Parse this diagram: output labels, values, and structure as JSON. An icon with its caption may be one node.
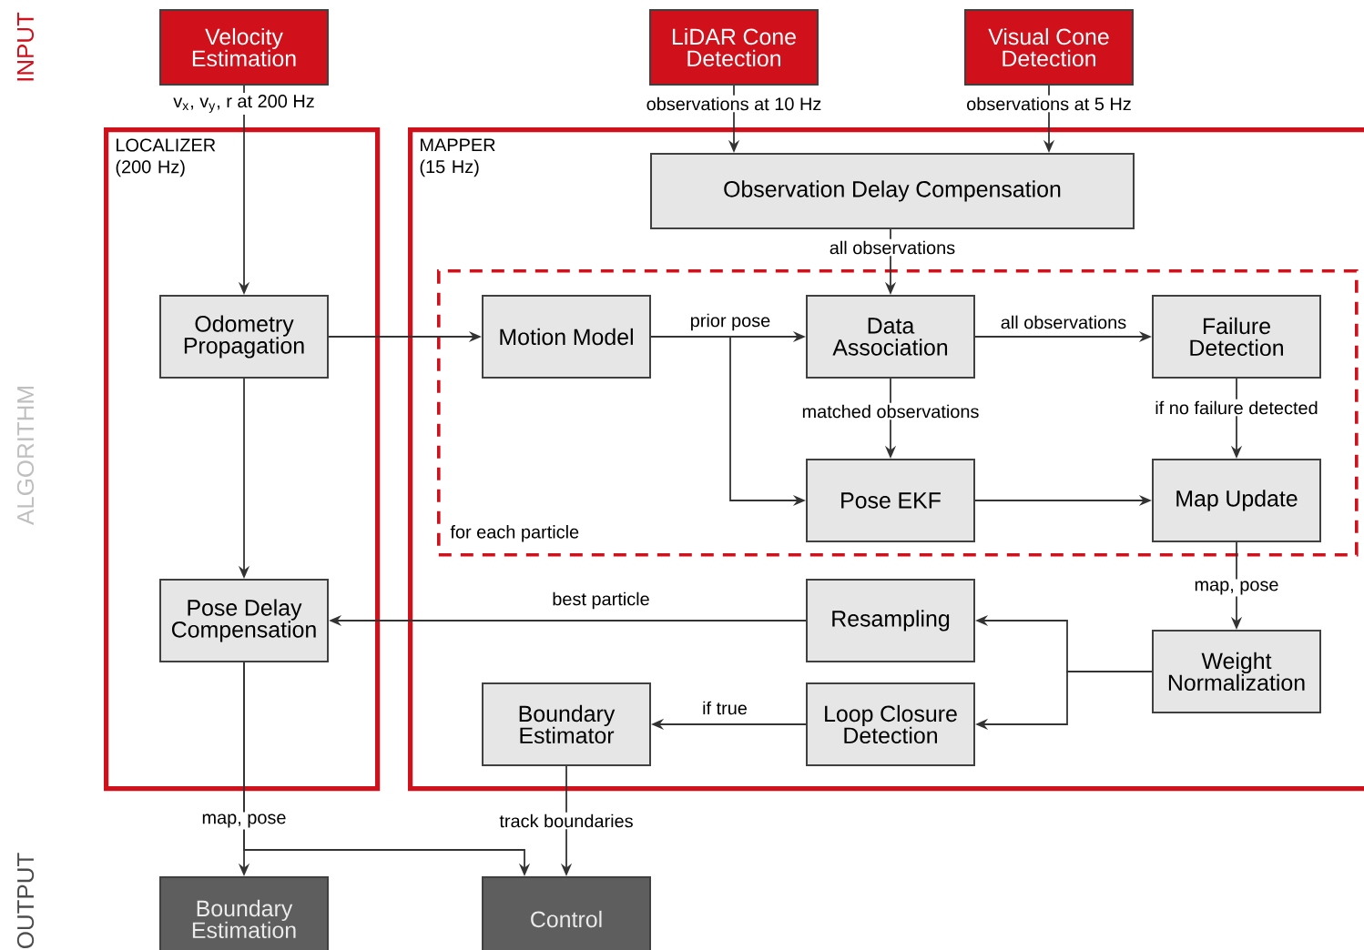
{
  "diagram": {
    "nodes": [
      {
        "text": [
          "Velocity Estimation"
        ]
      },
      {
        "text": [
          "LiDAR Cone Detection"
        ]
      },
      {
        "text": [
          "Visual Cone Detection"
        ]
      },
      {
        "text": [
          "LOCALIZER (200 Hz)"
        ]
      },
      {
        "text": [
          "MAPPER (15 Hz)"
        ]
      },
      {
        "text": [
          "Observation Delay Compensation"
        ],
        "in": 4
      },
      {
        "text": [
          "for each particle"
        ],
        "in": 4
      },
      {
        "text": [
          "Odometry Propagation"
        ],
        "in": 3
      },
      {
        "text": [
          "Motion Model"
        ],
        "in": 6
      },
      {
        "text": [
          "Data Association"
        ],
        "in": 6
      },
      {
        "text": [
          "Failure Detection"
        ],
        "in": 6
      },
      {
        "text": [
          "Pose EKF"
        ],
        "in": 6
      },
      {
        "text": [
          "Map Update"
        ],
        "in": 6
      },
      {
        "text": [
          "Pose Delay Compensation"
        ],
        "in": 3
      },
      {
        "text": [
          "Resampling"
        ],
        "in": 4
      },
      {
        "text": [
          "Weight Normalization"
        ],
        "in": 4
      },
      {
        "text": [
          "Boundary Estimator"
        ],
        "in": 4
      },
      {
        "text": [
          "Loop Closure Detection"
        ],
        "in": 4
      },
      {
        "text": [
          "Boundary Estimation"
        ]
      },
      {
        "text": [
          "Control"
        ]
      }
    ],
    "edges": [
      {
        "from": 0,
        "to": 7,
        "arrow": "to",
        "label": "v$_{x}$, v$_{y}$, r at 200 Hz"
      },
      {
        "from": 1,
        "to": 5,
        "arrow": "to",
        "label": "observations at 10 Hz"
      },
      {
        "from": 2,
        "to": 5,
        "arrow": "to",
        "label": "observations at 5 Hz"
      },
      {
        "from": 5,
        "to": 9,
        "arrow": "to",
        "label": "all observations"
      },
      {
        "from": 7,
        "to": 8,
        "arrow": "to"
      },
      {
        "from": 8,
        "to": 9,
        "arrow": "to",
        "label": "prior pose"
      },
      {
        "from": 8,
        "to": 11,
        "arrow": "to"
      },
      {
        "from": 9,
        "to": 10,
        "arrow": "to",
        "label": "all observations"
      },
      {
        "from": 9,
        "to": 11,
        "arrow": "to",
        "label": "matched observations"
      },
      {
        "from": 10,
        "to": 12,
        "arrow": "to",
        "label": "if no failure detected"
      },
      {
        "from": 11,
        "to": 12,
        "arrow": "to"
      },
      {
        "from": 12,
        "to": 15,
        "arrow": "to",
        "label": "map, pose"
      },
      {
        "from": 15,
        "to": 14,
        "arrow": "to"
      },
      {
        "from": 15,
        "to": 17,
        "arrow": "to"
      },
      {
        "from": 14,
        "to": 13,
        "arrow": "to",
        "label": "best particle"
      },
      {
        "from": 17,
        "to": 16,
        "arrow": "to",
        "label": "if true"
      },
      {
        "from": 7,
        "to": 13,
        "arrow": "to"
      },
      {
        "from": 13,
        "to": 18,
        "arrow": "to",
        "label": "map, pose"
      },
      {
        "from": 13,
        "to": 19,
        "arrow": "to"
      },
      {
        "from": 16,
        "to": 19,
        "arrow": "to",
        "label": "track boundaries"
      }
    ],
    "labels": [
      "INPUT",
      "ALGORITHM",
      "OUTPUT"
    ]
  }
}
